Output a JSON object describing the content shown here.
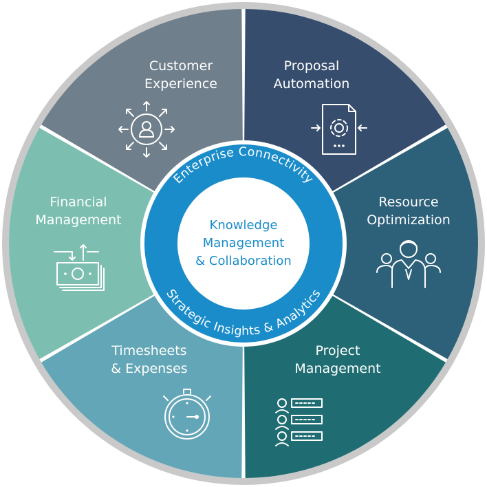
{
  "segments": [
    {
      "id": "customer-experience",
      "lines": [
        "Customer",
        "Experience"
      ],
      "color": "#6f7f8b",
      "icon": "user-arrows-icon"
    },
    {
      "id": "proposal-automation",
      "lines": [
        "Proposal",
        "Automation"
      ],
      "color": "#374d6d",
      "icon": "document-gear-icon"
    },
    {
      "id": "resource-optimization",
      "lines": [
        "Resource",
        "Optimization"
      ],
      "color": "#2d6079",
      "icon": "team-icon"
    },
    {
      "id": "project-management",
      "lines": [
        "Project",
        "Management"
      ],
      "color": "#1f6d73",
      "icon": "task-list-icon"
    },
    {
      "id": "timesheets-expenses",
      "lines": [
        "Timesheets",
        "& Expenses"
      ],
      "color": "#63a6b7",
      "icon": "stopwatch-icon"
    },
    {
      "id": "financial-management",
      "lines": [
        "Financial",
        "Management"
      ],
      "color": "#7cbfb0",
      "icon": "money-icon"
    }
  ],
  "ring": {
    "top_text": "Enterprise Connectivity",
    "bottom_text": "Strategic Insights & Analytics",
    "color": "#1a8cc9"
  },
  "center": {
    "lines": [
      "Knowledge",
      "Management",
      "& Collaboration"
    ],
    "color": "#1a8cc9"
  },
  "outer_ring_color": "#c9c9c9"
}
